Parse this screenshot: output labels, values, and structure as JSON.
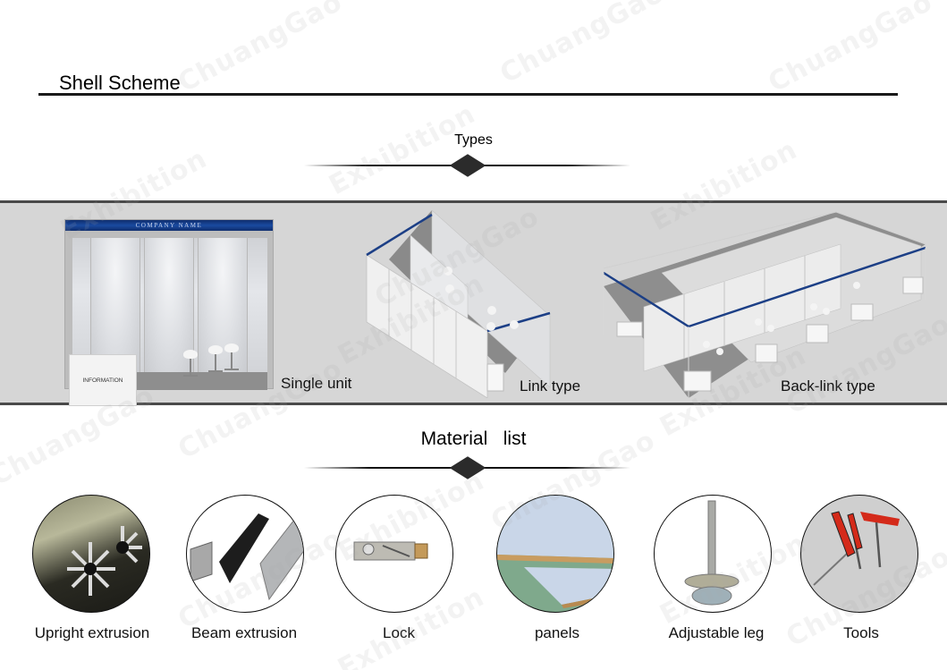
{
  "header": {
    "title": "Shell Scheme"
  },
  "watermark": {
    "text_1": "ChuangGao",
    "text_2": "Exhibition"
  },
  "types_section": {
    "heading": "Types",
    "items": [
      {
        "label": "Single unit",
        "fascia_text": "COMPANY  NAME",
        "counter_text": "INFORMATION"
      },
      {
        "label": "Link type"
      },
      {
        "label": "Back-link type"
      }
    ]
  },
  "materials_section": {
    "heading": "Material   list",
    "items": [
      {
        "label": "Upright extrusion",
        "icon": "upright-extrusion-photo"
      },
      {
        "label": "Beam extrusion",
        "icon": "beam-extrusion-photo"
      },
      {
        "label": "Lock",
        "icon": "lock-photo"
      },
      {
        "label": "panels",
        "icon": "panels-photo"
      },
      {
        "label": "Adjustable leg",
        "icon": "adjustable-leg-photo"
      },
      {
        "label": "Tools",
        "icon": "tools-photo"
      }
    ]
  },
  "colors": {
    "band_background": "#d6d6d6",
    "band_border": "#4a4a4a",
    "fascia_blue": "#1a4aa0",
    "text": "#111111"
  }
}
